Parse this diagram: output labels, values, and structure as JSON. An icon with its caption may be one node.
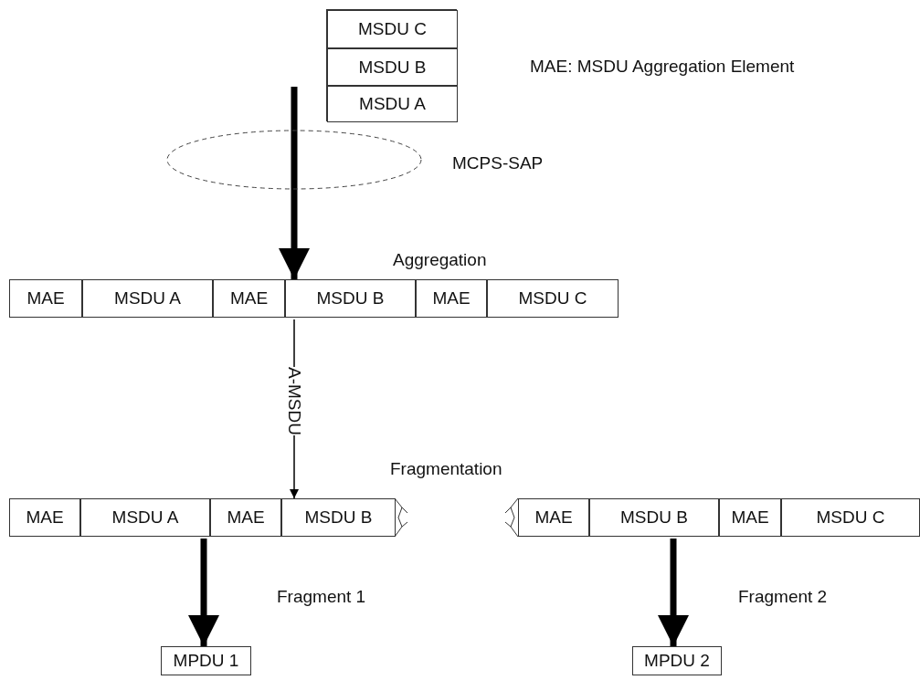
{
  "diagram": {
    "nodes": [
      {
        "text": [],
        "shape": "box"
      },
      {
        "text": [
          "MSDU C"
        ],
        "in": 0
      },
      {
        "text": [
          "MSDU B"
        ],
        "in": 0
      },
      {
        "text": [
          "MSDU A"
        ],
        "in": 0
      },
      {
        "text": [],
        "shape": "bar"
      },
      {
        "text": [
          "MAE"
        ],
        "in": 4
      },
      {
        "text": [
          "MSDU A"
        ],
        "in": 4
      },
      {
        "text": [
          "MAE"
        ],
        "in": 4
      },
      {
        "text": [
          "MSDU B"
        ],
        "in": 4
      },
      {
        "text": [
          "MAE"
        ],
        "in": 4
      },
      {
        "text": [
          "MSDU C"
        ],
        "in": 4
      },
      {
        "text": [],
        "shape": "bar"
      },
      {
        "text": [
          "MAE"
        ],
        "in": 11
      },
      {
        "text": [
          "MSDU A"
        ],
        "in": 11
      },
      {
        "text": [
          "MAE"
        ],
        "in": 11
      },
      {
        "text": [
          "MSDU B"
        ],
        "in": 11
      },
      {
        "text": [],
        "shape": "bar"
      },
      {
        "text": [
          "MAE"
        ],
        "in": 16
      },
      {
        "text": [
          "MSDU B"
        ],
        "in": 16
      },
      {
        "text": [
          "MAE"
        ],
        "in": 16
      },
      {
        "text": [
          "MSDU C"
        ],
        "in": 16
      },
      {
        "text": [
          "MPDU 1"
        ]
      },
      {
        "text": [
          "MPDU 2"
        ]
      },
      {
        "text": [],
        "shape": "ellipse",
        "beside": [
          "MCPS-SAP"
        ]
      }
    ],
    "edges": [
      {
        "from": null,
        "to": 4,
        "arrow": "to"
      },
      {
        "from": 4,
        "to": 11,
        "arrow": "to",
        "label": "A-MSDU"
      },
      {
        "from": 11,
        "to": 21,
        "arrow": "to",
        "label": "Fragment 1"
      },
      {
        "from": 16,
        "to": 22,
        "arrow": "to",
        "label": "Fragment 2"
      }
    ],
    "labels": [
      "MAE: MSDU Aggregation Element",
      "Aggregation",
      "Fragmentation"
    ]
  }
}
